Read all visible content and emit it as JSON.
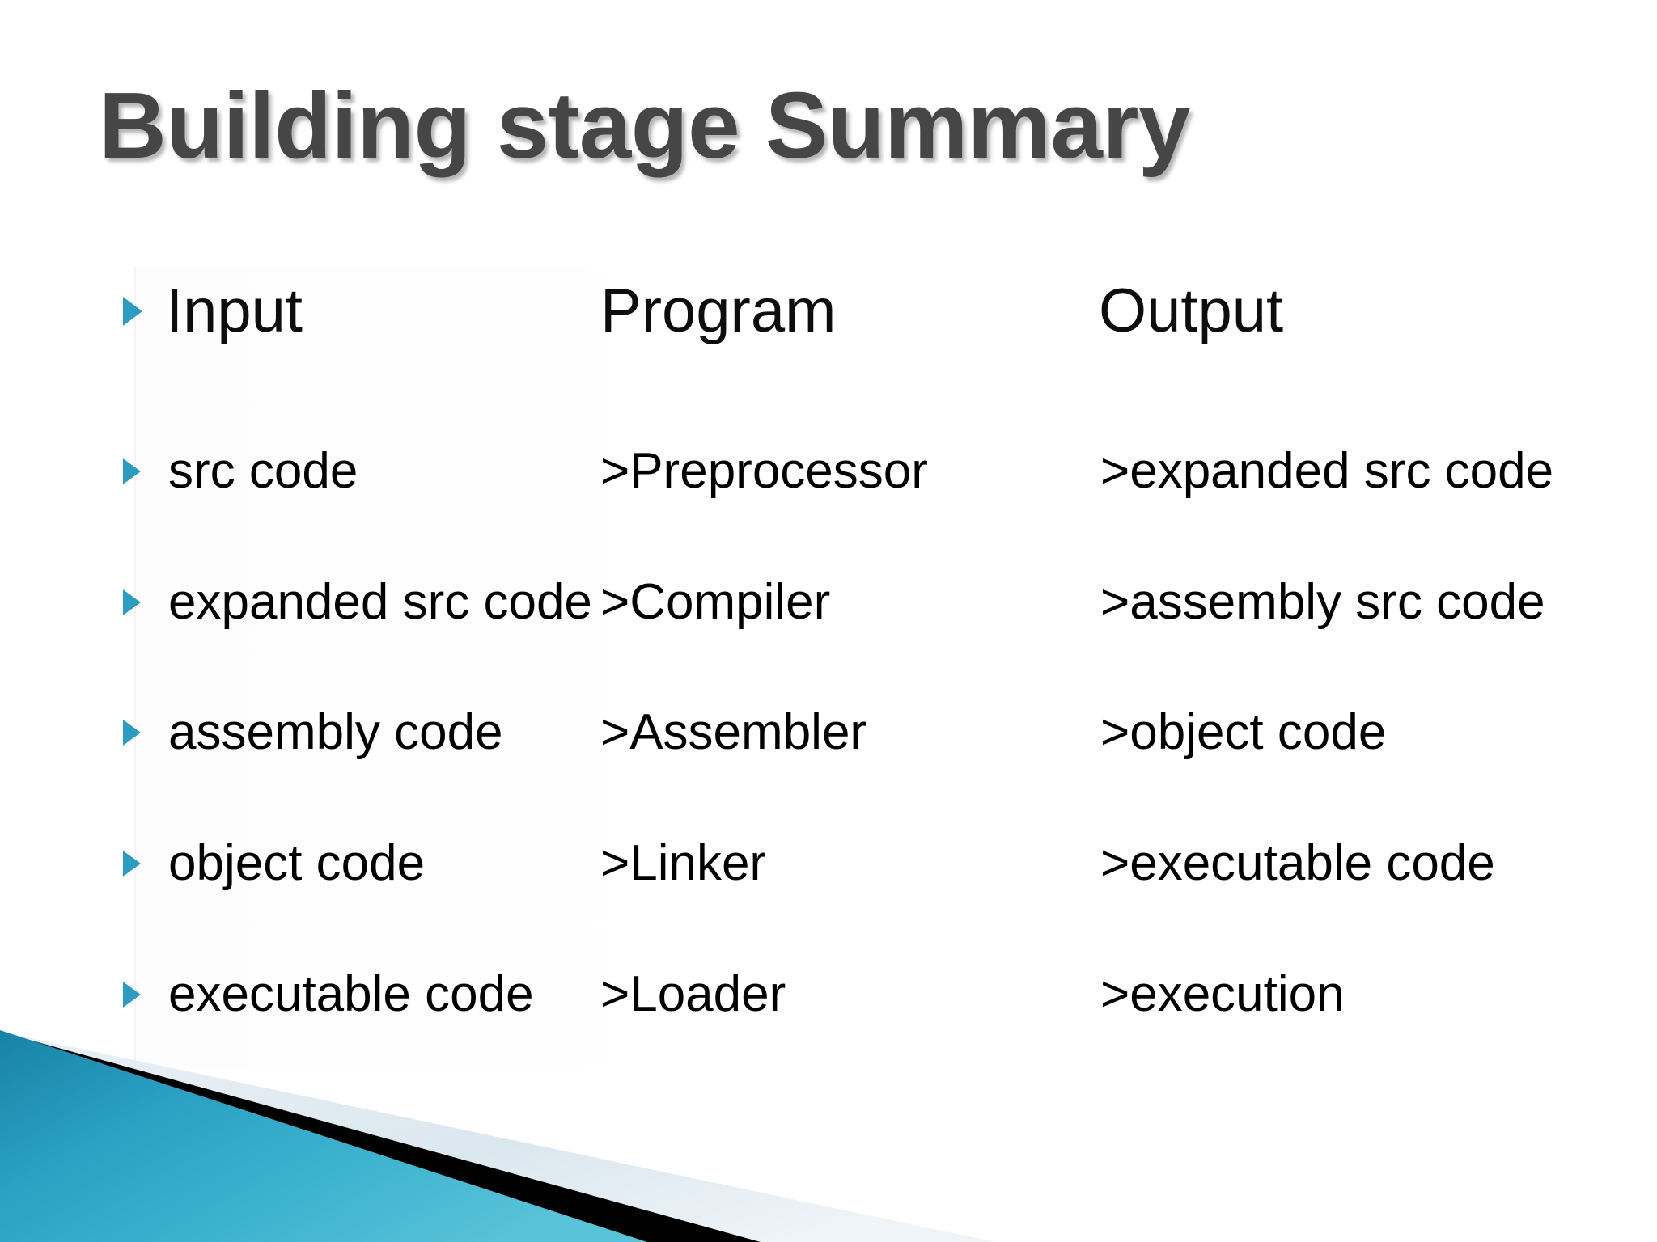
{
  "slide": {
    "title": "Building stage Summary",
    "bullet_icon": "triangle-right-icon",
    "accent_color": "#2e9cc0",
    "title_color": "#464646",
    "background_color": "#ffffff"
  },
  "table": {
    "headers": {
      "input": "Input",
      "program": "Program",
      "output": "Output"
    },
    "rows": [
      {
        "input": "src code",
        "program": ">Preprocessor",
        "output": ">expanded src code"
      },
      {
        "input": "expanded src code",
        "program": ">Compiler",
        "output": ">assembly src code"
      },
      {
        "input": "assembly code",
        "program": ">Assembler",
        "output": ">object code"
      },
      {
        "input": "object code",
        "program": ">Linker",
        "output": ">executable code"
      },
      {
        "input": "executable code",
        "program": ">Loader",
        "output": ">execution"
      }
    ]
  },
  "decoration": {
    "name": "bottom-left-corner-ribbon",
    "teal_dark": "#1782a6",
    "teal_mid": "#2ea7c6",
    "teal_light": "#57c2d8",
    "stripe_black": "#000000",
    "band_light": "#dde8ef"
  }
}
